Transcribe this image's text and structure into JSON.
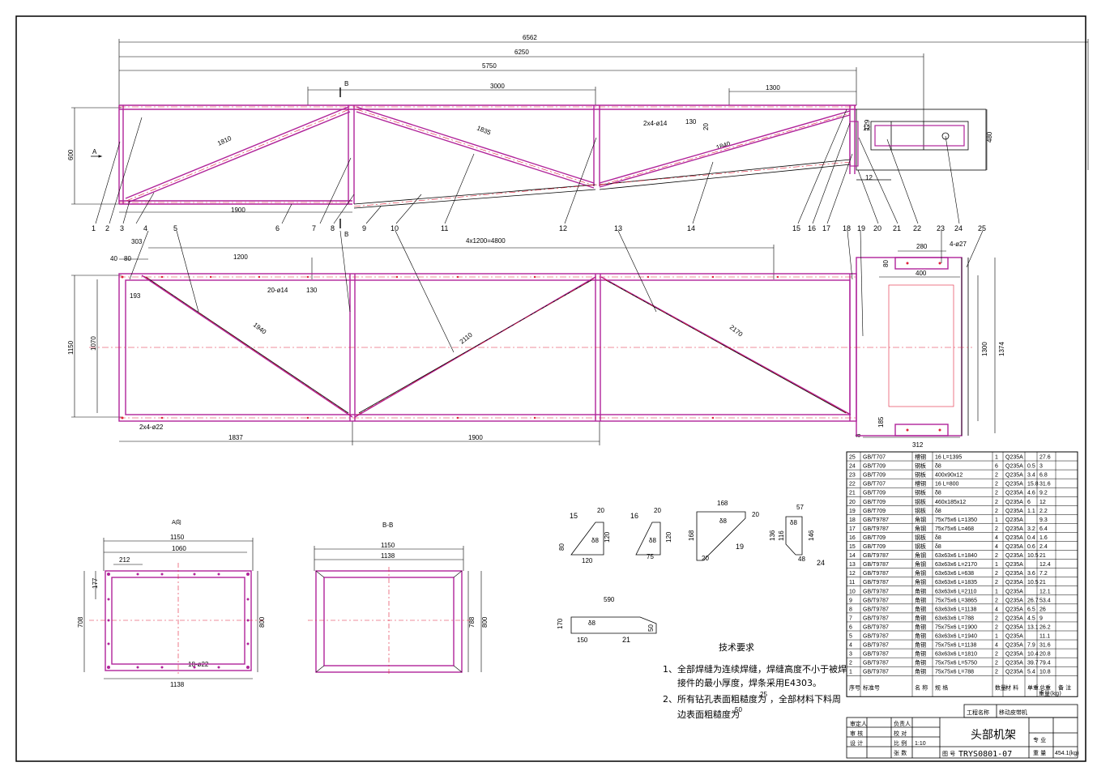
{
  "drawing": {
    "title": "头部机架",
    "drawing_no_label": "图 号",
    "drawing_no": "TRYS0801-07",
    "project_label": "工程名称",
    "project_name": "移动皮带机",
    "scale": "1:10",
    "weight_label": "重 量",
    "weight": "454.1(kg)",
    "major_label": "专 业",
    "roles": [
      "审定人",
      "审 核",
      "设 计"
    ],
    "roles2": [
      "负责人",
      "校 对",
      "比 例",
      "张 数"
    ]
  },
  "views": {
    "a_view": "A向",
    "b_view": "B-B",
    "arrow_a": "A",
    "arrow_b": "B"
  },
  "dims_top": {
    "d6562": "6562",
    "d6250": "6250",
    "d5750": "5750",
    "d3000": "3000",
    "d1300": "1300",
    "d1810": "1810",
    "d1835": "1835",
    "d1840": "1840",
    "d1900": "1900",
    "d600": "600",
    "d480": "480",
    "d129": "129",
    "d12a": "12",
    "d12b": "12",
    "d130": "130",
    "d20": "20",
    "holes1": "2x4-ø14"
  },
  "dims_plan": {
    "d303": "303",
    "d40": "40",
    "d80": "80",
    "d1200": "1200",
    "d4800": "4x1200=4800",
    "holes20": "20-ø14",
    "d130": "130",
    "d193": "193",
    "d1150": "1150",
    "d1070": "1070",
    "d1940": "1940",
    "d2110": "2110",
    "d2170": "2170",
    "holes22": "2x4-ø22",
    "d1837": "1837",
    "d1900": "1900",
    "d280": "280",
    "holes27": "4-ø27",
    "d400": "400",
    "d1300": "1300",
    "d1374": "1374",
    "d185": "185",
    "d312": "312",
    "d8": "8",
    "d80b": "80"
  },
  "dims_a": {
    "d1150": "1150",
    "d1060": "1060",
    "d212": "212",
    "d177": "177",
    "d708": "708",
    "d800": "800",
    "d1138": "1138",
    "holes": "18-ø22"
  },
  "dims_b": {
    "d1150": "1150",
    "d1138": "1138",
    "d788": "788",
    "d800": "800"
  },
  "details": {
    "p15": {
      "n": "15",
      "t": "δ8",
      "d20": "20",
      "d120": "120",
      "d80": "80",
      "d120b": "120"
    },
    "p16": {
      "n": "16",
      "t": "δ8",
      "d20": "20",
      "d120": "120",
      "d75": "75"
    },
    "p19": {
      "n": "19",
      "t": "δ8",
      "d168": "168",
      "d168b": "168",
      "d20": "20",
      "d20b": "20"
    },
    "p24": {
      "n": "24",
      "t": "δ8",
      "d57": "57",
      "d136": "136",
      "d116": "116",
      "d146": "146",
      "d48": "48"
    },
    "p21": {
      "n": "21",
      "t": "δ8",
      "d590": "590",
      "d170": "170",
      "d50": "50",
      "d150": "150"
    }
  },
  "balloons": [
    "1",
    "2",
    "3",
    "4",
    "6",
    "7",
    "8",
    "9",
    "10",
    "11",
    "12",
    "14",
    "15",
    "16",
    "17",
    "20",
    "21",
    "22",
    "24",
    "5",
    "13",
    "18",
    "19",
    "23",
    "25"
  ],
  "notes": {
    "heading": "技术要求",
    "n1a": "1、全部焊缝为连续焊缝，焊缝高度不小于被焊",
    "n1b": "接件的最小厚度，焊条采用E4303。",
    "n2a": "2、所有钻孔表面粗糙度为",
    "r25": "25",
    "n2b": "，全部材料下料周",
    "n2c": "边表面粗糙度为",
    "r50": "50"
  },
  "bom": {
    "headers": [
      "序号",
      "标准号",
      "名 称",
      "规 格",
      "数量",
      "材 料",
      "单重",
      "总重",
      "备 注"
    ],
    "unit": "重量(kg)",
    "rows": [
      [
        "25",
        "GB/T707",
        "槽钢",
        "16   L=1395",
        "1",
        "Q235A",
        "",
        "27.6",
        ""
      ],
      [
        "24",
        "GB/T709",
        "钢板",
        "δ8",
        "6",
        "Q235A",
        "0.5",
        "3",
        ""
      ],
      [
        "23",
        "GB/T709",
        "钢板",
        "400x90x12",
        "2",
        "Q235A",
        "3.4",
        "6.8",
        ""
      ],
      [
        "22",
        "GB/T707",
        "槽钢",
        "16   L=800",
        "2",
        "Q235A",
        "15.8",
        "31.6",
        ""
      ],
      [
        "21",
        "GB/T709",
        "钢板",
        "δ8",
        "2",
        "Q235A",
        "4.6",
        "9.2",
        ""
      ],
      [
        "20",
        "GB/T709",
        "钢板",
        "460x185x12",
        "2",
        "Q235A",
        "6",
        "12",
        ""
      ],
      [
        "19",
        "GB/T709",
        "钢板",
        "δ8",
        "2",
        "Q235A",
        "1.1",
        "2.2",
        ""
      ],
      [
        "18",
        "GB/T9787",
        "角钢",
        "75x75x6   L=1350",
        "1",
        "Q235A",
        "",
        "9.3",
        ""
      ],
      [
        "17",
        "GB/T9787",
        "角钢",
        "75x75x6   L=468",
        "2",
        "Q235A",
        "3.2",
        "6.4",
        ""
      ],
      [
        "16",
        "GB/T709",
        "钢板",
        "δ8",
        "4",
        "Q235A",
        "0.4",
        "1.6",
        ""
      ],
      [
        "15",
        "GB/T709",
        "钢板",
        "δ8",
        "4",
        "Q235A",
        "0.6",
        "2.4",
        ""
      ],
      [
        "14",
        "GB/T9787",
        "角钢",
        "63x63x6   L=1840",
        "2",
        "Q235A",
        "10.5",
        "21",
        ""
      ],
      [
        "13",
        "GB/T9787",
        "角钢",
        "63x63x6   L=2170",
        "1",
        "Q235A",
        "",
        "12.4",
        ""
      ],
      [
        "12",
        "GB/T9787",
        "角钢",
        "63x63x6   L=638",
        "2",
        "Q235A",
        "3.6",
        "7.2",
        ""
      ],
      [
        "11",
        "GB/T9787",
        "角钢",
        "63x63x6   L=1835",
        "2",
        "Q235A",
        "10.5",
        "21",
        ""
      ],
      [
        "10",
        "GB/T9787",
        "角钢",
        "63x63x6   L=2110",
        "1",
        "Q235A",
        "",
        "12.1",
        ""
      ],
      [
        "9",
        "GB/T9787",
        "角钢",
        "75x75x6   L=3865",
        "2",
        "Q235A",
        "26.7",
        "53.4",
        ""
      ],
      [
        "8",
        "GB/T9787",
        "角钢",
        "63x63x6   L=1138",
        "4",
        "Q235A",
        "6.5",
        "26",
        ""
      ],
      [
        "7",
        "GB/T9787",
        "角钢",
        "63x63x6   L=788",
        "2",
        "Q235A",
        "4.5",
        "9",
        ""
      ],
      [
        "6",
        "GB/T9787",
        "角钢",
        "75x75x6   L=1900",
        "2",
        "Q235A",
        "13.1",
        "26.2",
        ""
      ],
      [
        "5",
        "GB/T9787",
        "角钢",
        "63x63x6   L=1940",
        "1",
        "Q235A",
        "",
        "11.1",
        ""
      ],
      [
        "4",
        "GB/T9787",
        "角钢",
        "75x75x6   L=1138",
        "4",
        "Q235A",
        "7.9",
        "31.6",
        ""
      ],
      [
        "3",
        "GB/T9787",
        "角钢",
        "63x63x6   L=1810",
        "2",
        "Q235A",
        "10.4",
        "20.8",
        ""
      ],
      [
        "2",
        "GB/T9787",
        "角钢",
        "75x75x6   L=5750",
        "2",
        "Q235A",
        "39.7",
        "79.4",
        ""
      ],
      [
        "1",
        "GB/T9787",
        "角钢",
        "75x75x6   L=788",
        "2",
        "Q235A",
        "5.4",
        "10.8",
        ""
      ]
    ]
  },
  "colors": {
    "magenta": "#b0239a",
    "red": "#e0203a",
    "black": "#000000"
  }
}
